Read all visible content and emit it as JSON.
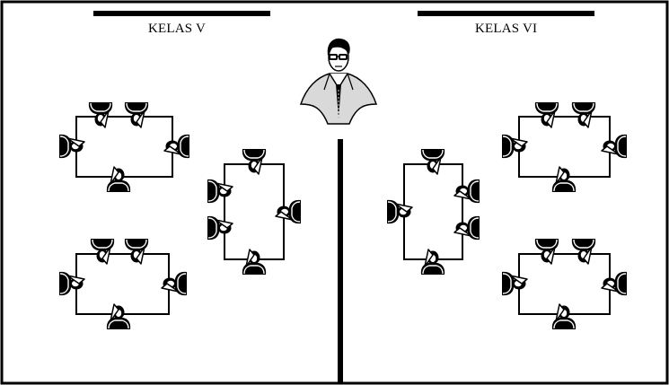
{
  "labels": {
    "left_class": "KELAS V",
    "right_class": "KELAS VI"
  },
  "colors": {
    "ink": "#000000",
    "paper": "#ffffff",
    "teacher_coat": "#d9d9d9"
  },
  "icons": {
    "teacher": "teacher-icon",
    "student": "student-icon",
    "table": "table-rect"
  }
}
